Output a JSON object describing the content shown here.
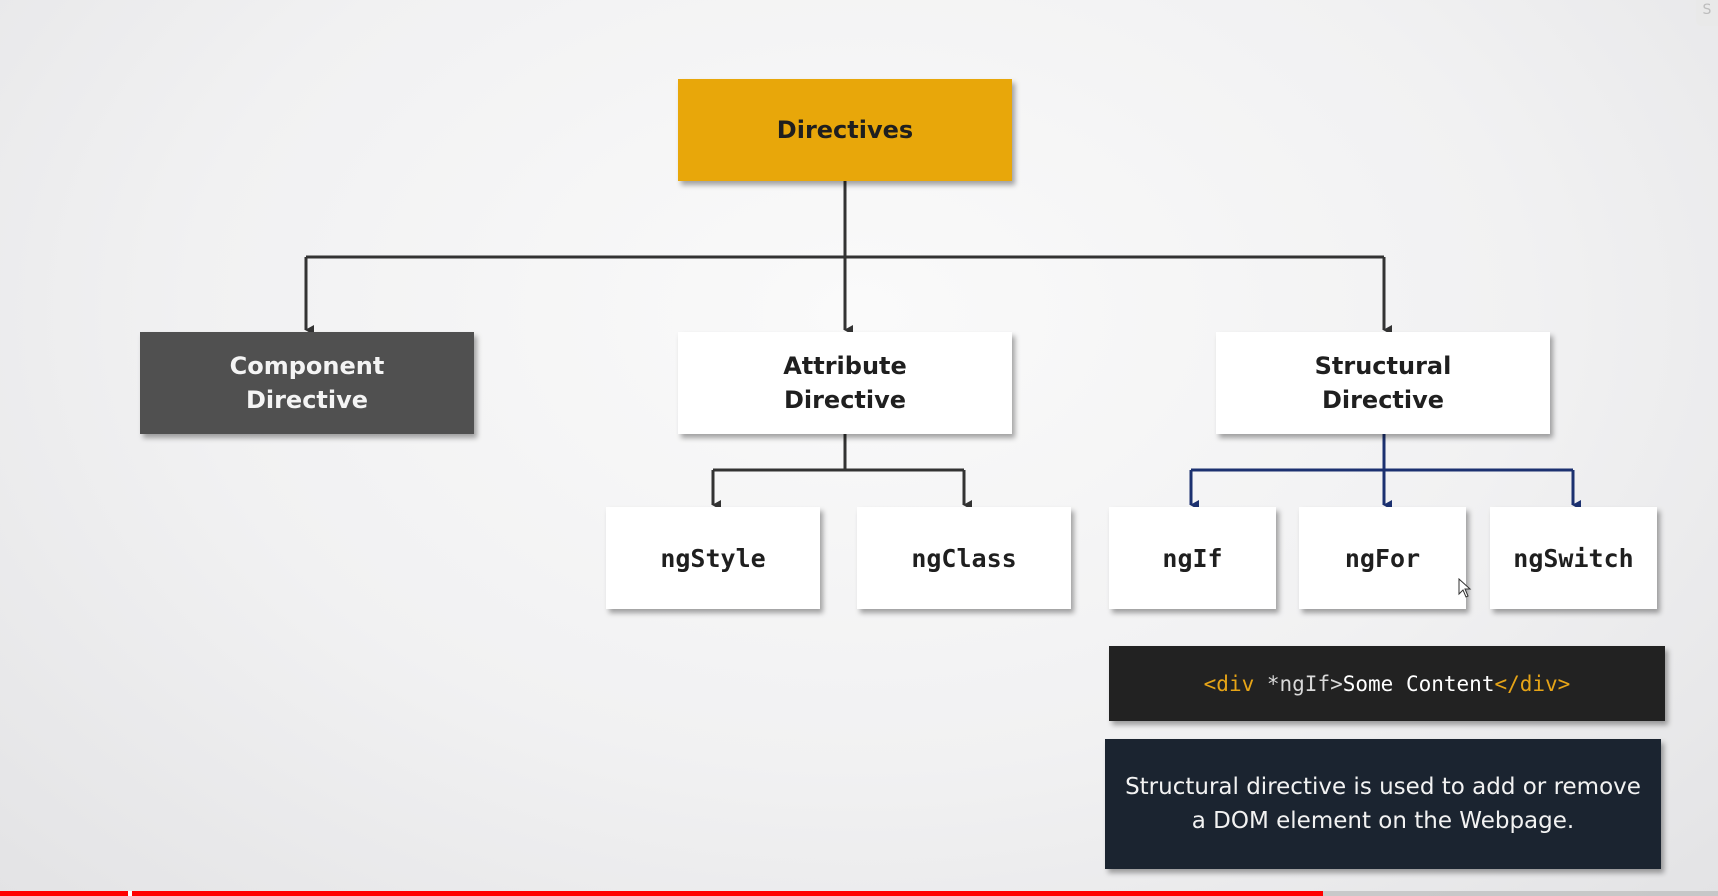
{
  "diagram": {
    "root": {
      "label": "Directives"
    },
    "categories": [
      {
        "line1": "Component",
        "line2": "Directive"
      },
      {
        "line1": "Attribute",
        "line2": "Directive"
      },
      {
        "line1": "Structural",
        "line2": "Directive"
      }
    ],
    "attribute_children": [
      "ngStyle",
      "ngClass"
    ],
    "structural_children": [
      "ngIf",
      "ngFor",
      "ngSwitch"
    ]
  },
  "code_example": {
    "open_tag": "<div",
    "attribute": " *ngIf>",
    "content": "Some Content",
    "close_tag": "</div>"
  },
  "description": "Structural directive is used to add or remove a DOM element on the Webpage.",
  "player": {
    "progress_fraction": 0.77
  },
  "colors": {
    "root_fill": "#e8a70a",
    "component_fill": "#505050",
    "structural_connector": "#1c3170",
    "default_connector": "#333333",
    "code_bg": "#222222",
    "description_bg": "#1b2430",
    "progress": "#ff0000"
  }
}
